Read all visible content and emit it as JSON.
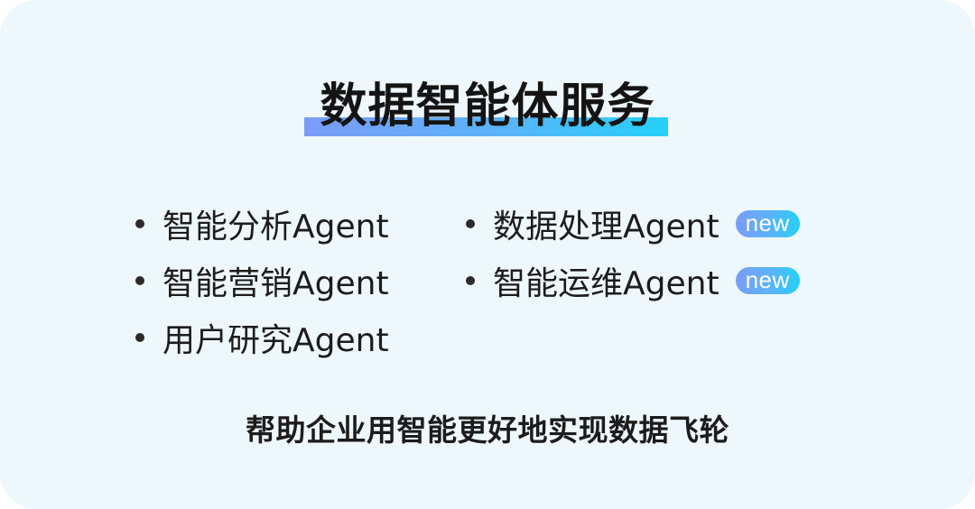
{
  "title": "数据智能体服务",
  "colors": {
    "background": "#eef7fc",
    "text": "#1c1c1c",
    "gradient_start": "#7b9cf7",
    "gradient_end": "#25d0f6",
    "badge_text": "#ffffff"
  },
  "agents": {
    "left": [
      {
        "label": "智能分析Agent"
      },
      {
        "label": "智能营销Agent"
      },
      {
        "label": "用户研究Agent"
      }
    ],
    "right": [
      {
        "label": "数据处理Agent",
        "badge": "new"
      },
      {
        "label": "智能运维Agent",
        "badge": "new"
      }
    ]
  },
  "subtitle": "帮助企业用智能更好地实现数据飞轮"
}
